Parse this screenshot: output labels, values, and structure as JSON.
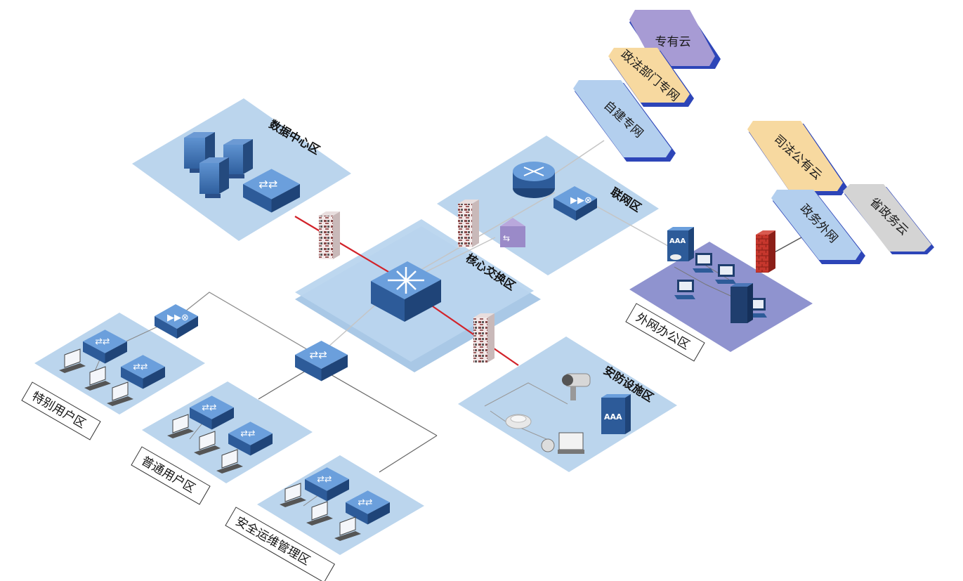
{
  "zones": {
    "data_center": "数据中心区",
    "core_switch": "核心交换区",
    "internet_link": "联网区",
    "security_facility": "安防设施区",
    "external_office": "外网办公区",
    "special_users": "特别用户区",
    "normal_users": "普通用户区",
    "security_ops": "安全运维管理区"
  },
  "networks": {
    "private_cloud": "专有云",
    "legal_dept_network": "政法部门专网",
    "self_built_network": "自建专网",
    "judicial_public_cloud": "司法公有云",
    "gov_extranet": "政务外网",
    "provincial_gov_cloud": "省政务云"
  },
  "device_labels": {
    "aaa": "AAA"
  },
  "colors": {
    "zone_blue": "#b7d3ec",
    "zone_purple": "#8f93cf",
    "hex_blue": "#b3cfee",
    "hex_purple": "#a79bd4",
    "hex_orange": "#f7d9a0",
    "hex_gray": "#d4d4d4",
    "hex_edge": "#2d45b8",
    "device_blue": "#3b6fb0",
    "firewall_red": "#b8352c",
    "link_red": "#d2232a"
  }
}
